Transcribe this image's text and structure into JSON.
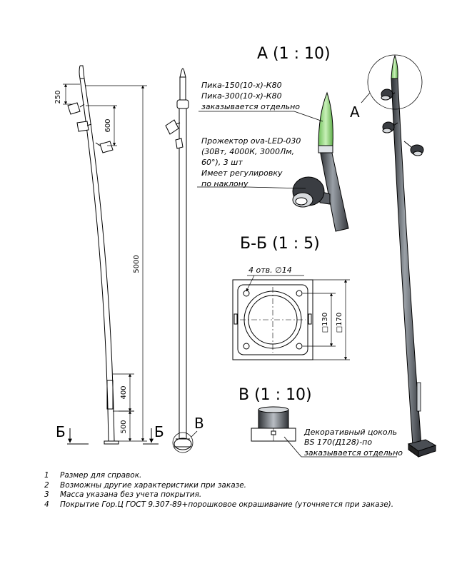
{
  "views": {
    "detail_a": "А (1 : 10)",
    "section_bb": "Б-Б (1 : 5)",
    "detail_v": "В (1 : 10)"
  },
  "markers": {
    "a": "А",
    "b_left": "Б",
    "b_right": "Б",
    "v": "В"
  },
  "dimensions": {
    "d250": "250",
    "d600": "600",
    "d5000": "5000",
    "d400": "400",
    "d500": "500",
    "holes": "4 отв. ∅14",
    "d130": "□130",
    "d170": "□170"
  },
  "callouts": {
    "pika": [
      "Пика-150(10-х)-К80",
      "Пика-300(10-х)-К80",
      "заказывается отдельно"
    ],
    "projector": [
      "Прожектор ova-LED-030",
      "(30Вт, 4000К, 3000Лм,",
      "60°), 3 шт",
      "Имеет регулировку",
      "по наклону"
    ],
    "cokol": [
      "Декоративный цоколь",
      "BS 170(Д128)-по",
      "заказывается отдельно"
    ]
  },
  "notes": [
    {
      "num": "1",
      "text": "Размер для справок."
    },
    {
      "num": "2",
      "text": "Возможны другие характеристики при заказе."
    },
    {
      "num": "3",
      "text": "Масса указана без учета покрытия."
    },
    {
      "num": "4",
      "text": "Покрытие Гор.Ц ГОСТ 9.307-89+порошковое окрашивание (уточняется при заказе)."
    }
  ],
  "colors": {
    "line": "#000000",
    "pika_green": "#9fdc8c",
    "metal_dark": "#3a3d42",
    "metal_light": "#8c9198"
  }
}
